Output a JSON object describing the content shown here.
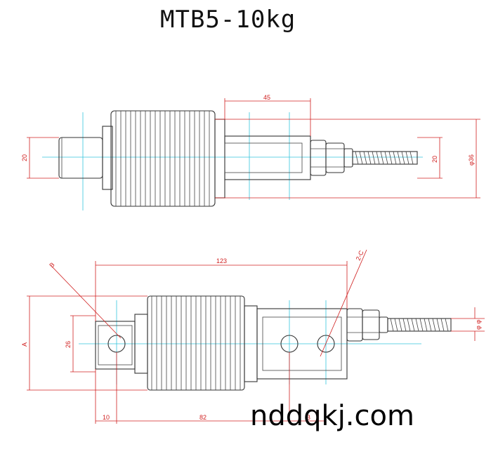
{
  "title": "MTB5-10kg",
  "watermark": "nddqkj.com",
  "colors": {
    "dimension": "#d02020",
    "centerline": "#35c5dd",
    "outline": "#333333"
  },
  "top_view": {
    "dim_height_left": "20",
    "dim_width_45": "45",
    "dim_height_right": "20",
    "dim_diameter": "φ36"
  },
  "bottom_view": {
    "dim_hole_b": "B",
    "dim_total_length": "123",
    "dim_holes_c": "2-C",
    "dim_height_a": "A",
    "dim_height_26": "26",
    "dim_offset_10": "10",
    "dim_spacing_82": "82",
    "dim_b_bottom": "B",
    "dim_cable": "φ  φ"
  }
}
